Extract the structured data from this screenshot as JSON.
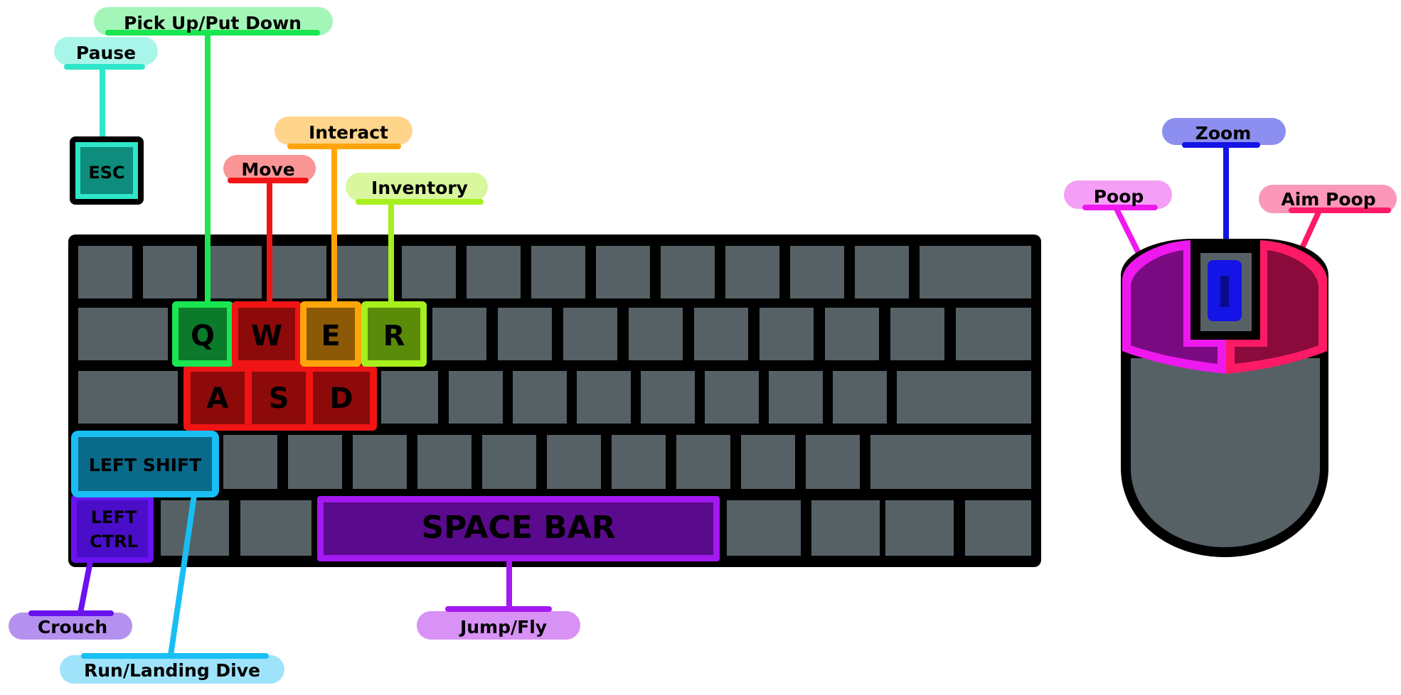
{
  "labels": {
    "pause": "Pause",
    "pickup": "Pick Up/Put Down",
    "move": "Move",
    "interact": "Interact",
    "inventory": "Inventory",
    "crouch": "Crouch",
    "run": "Run/Landing Dive",
    "jump": "Jump/Fly",
    "zoom": "Zoom",
    "poop": "Poop",
    "aim_poop": "Aim Poop"
  },
  "keys": {
    "esc": "ESC",
    "q": "Q",
    "w": "W",
    "e": "E",
    "r": "R",
    "a": "A",
    "s": "S",
    "d": "D",
    "left_shift": "LEFT SHIFT",
    "left_ctrl_1": "LEFT",
    "left_ctrl_2": "CTRL",
    "space": "SPACE BAR"
  },
  "colors": {
    "pause": "#2ee6c8",
    "pickup": "#19e650",
    "move": "#f01414",
    "interact": "#ffa50a",
    "inventory": "#a6f01e",
    "crouch": "#6a12f0",
    "run": "#19bef5",
    "jump": "#a319f0",
    "zoom": "#1414e6",
    "poop": "#ee19ee",
    "aim_poop": "#ff1a66"
  }
}
